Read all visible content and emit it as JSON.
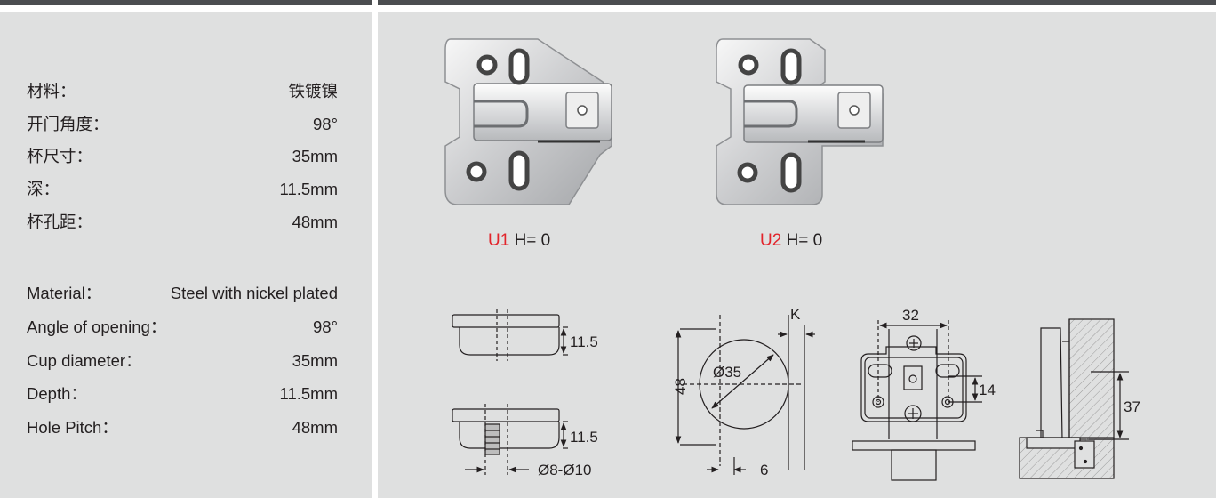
{
  "specs_cn": [
    {
      "label": "材料：",
      "value": "铁镀镍"
    },
    {
      "label": "开门角度：",
      "value": "98°"
    },
    {
      "label": "杯尺寸：",
      "value": "35mm"
    },
    {
      "label": "深：",
      "value": "11.5mm"
    },
    {
      "label": "杯孔距：",
      "value": "48mm"
    }
  ],
  "specs_en": [
    {
      "label": "Material：",
      "value": "Steel with nickel plated"
    },
    {
      "label": "Angle of opening：",
      "value": "98°"
    },
    {
      "label": "Cup diameter：",
      "value": "35mm"
    },
    {
      "label": "Depth：",
      "value": "11.5mm"
    },
    {
      "label": "Hole Pitch：",
      "value": "48mm"
    }
  ],
  "plates": [
    {
      "code": "U1",
      "height_text": "H= 0"
    },
    {
      "code": "U2",
      "height_text": "H= 0"
    }
  ],
  "dimensions": {
    "cup_depth_top": "11.5",
    "cup_depth_bottom": "11.5",
    "dowel_dia": "Ø8-Ø10",
    "cup_dia": "Ø35",
    "hole_pitch": "48",
    "k_label": "K",
    "offset": "6",
    "plate_width": "32",
    "plate_hole": "14",
    "height_37": "37"
  },
  "colors": {
    "accent_code": "#e2242b",
    "panel_bg": "#dfe0e0",
    "bar": "#4b4d50"
  }
}
